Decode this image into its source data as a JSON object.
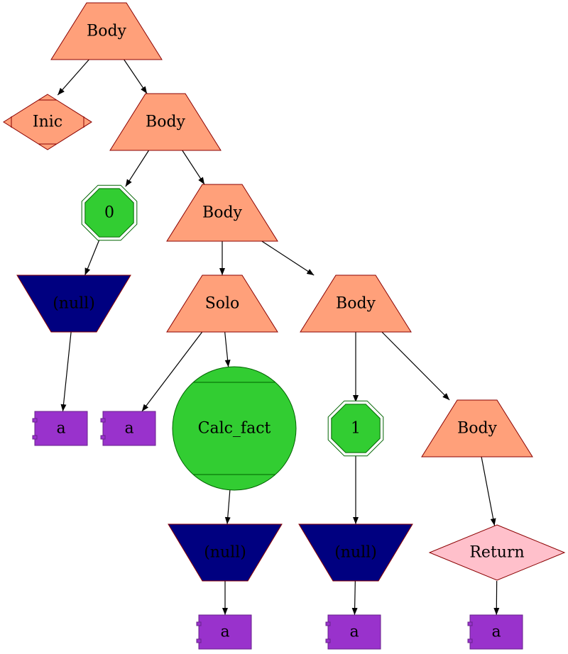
{
  "colors": {
    "body_fill": "#ffa07a",
    "body_stroke": "#8b0000",
    "green_fill": "#32cd32",
    "green_stroke": "#006400",
    "navy_fill": "#000080",
    "purple_fill": "#9932cc",
    "purple_stroke": "#68228b",
    "pink_fill": "#ffc0cb"
  },
  "nodes": [
    {
      "id": "n1",
      "shape": "trapezium",
      "label": "Body"
    },
    {
      "id": "n2",
      "shape": "Mdiamond",
      "label": "Inic"
    },
    {
      "id": "n3",
      "shape": "trapezium",
      "label": "Body"
    },
    {
      "id": "n4",
      "shape": "doubleoctagon",
      "label": "0"
    },
    {
      "id": "n5",
      "shape": "invtrapezium",
      "label": "(null)"
    },
    {
      "id": "n6",
      "shape": "component",
      "label": "a"
    },
    {
      "id": "n7",
      "shape": "trapezium",
      "label": "Body"
    },
    {
      "id": "n8",
      "shape": "trapezium",
      "label": "Solo"
    },
    {
      "id": "n9",
      "shape": "component",
      "label": "a"
    },
    {
      "id": "n10",
      "shape": "Mcircle",
      "label": "Calc_fact"
    },
    {
      "id": "n11",
      "shape": "invtrapezium",
      "label": "(null)"
    },
    {
      "id": "n12",
      "shape": "component",
      "label": "a"
    },
    {
      "id": "n13",
      "shape": "trapezium",
      "label": "Body"
    },
    {
      "id": "n14",
      "shape": "doubleoctagon",
      "label": "1"
    },
    {
      "id": "n15",
      "shape": "invtrapezium",
      "label": "(null)"
    },
    {
      "id": "n16",
      "shape": "component",
      "label": "a"
    },
    {
      "id": "n17",
      "shape": "trapezium",
      "label": "Body"
    },
    {
      "id": "n18",
      "shape": "diamond",
      "label": "Return"
    },
    {
      "id": "n19",
      "shape": "component",
      "label": "a"
    }
  ],
  "edges": [
    {
      "from": "n1",
      "to": "n2"
    },
    {
      "from": "n1",
      "to": "n3"
    },
    {
      "from": "n3",
      "to": "n4"
    },
    {
      "from": "n3",
      "to": "n7"
    },
    {
      "from": "n4",
      "to": "n5"
    },
    {
      "from": "n5",
      "to": "n6"
    },
    {
      "from": "n7",
      "to": "n8"
    },
    {
      "from": "n7",
      "to": "n13"
    },
    {
      "from": "n8",
      "to": "n9"
    },
    {
      "from": "n8",
      "to": "n10"
    },
    {
      "from": "n10",
      "to": "n11"
    },
    {
      "from": "n11",
      "to": "n12"
    },
    {
      "from": "n13",
      "to": "n14"
    },
    {
      "from": "n13",
      "to": "n17"
    },
    {
      "from": "n14",
      "to": "n15"
    },
    {
      "from": "n15",
      "to": "n16"
    },
    {
      "from": "n17",
      "to": "n18"
    },
    {
      "from": "n18",
      "to": "n19"
    }
  ]
}
